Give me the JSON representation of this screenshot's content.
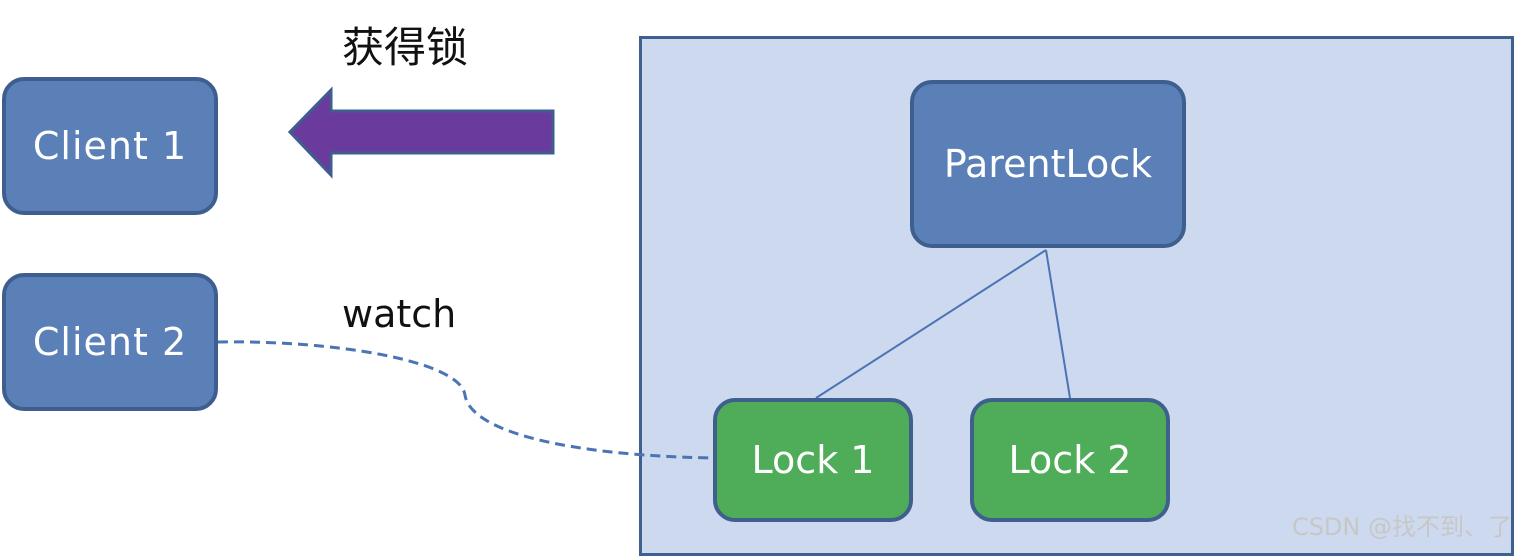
{
  "labels": {
    "acquire_lock": "获得锁",
    "watch": "watch"
  },
  "clients": [
    {
      "label": "Client 1"
    },
    {
      "label": "Client 2"
    }
  ],
  "tree": {
    "parent": {
      "label": "ParentLock"
    },
    "children": [
      {
        "label": "Lock 1"
      },
      {
        "label": "Lock 2"
      }
    ]
  },
  "watermark": "CSDN @找不到、了",
  "colors": {
    "client_fill": "#5b7fb7",
    "lock_fill": "#4fad59",
    "panel_fill": "#cdd9ee",
    "arrow_fill": "#6a3a9c",
    "watch_line": "#4a74b5"
  }
}
